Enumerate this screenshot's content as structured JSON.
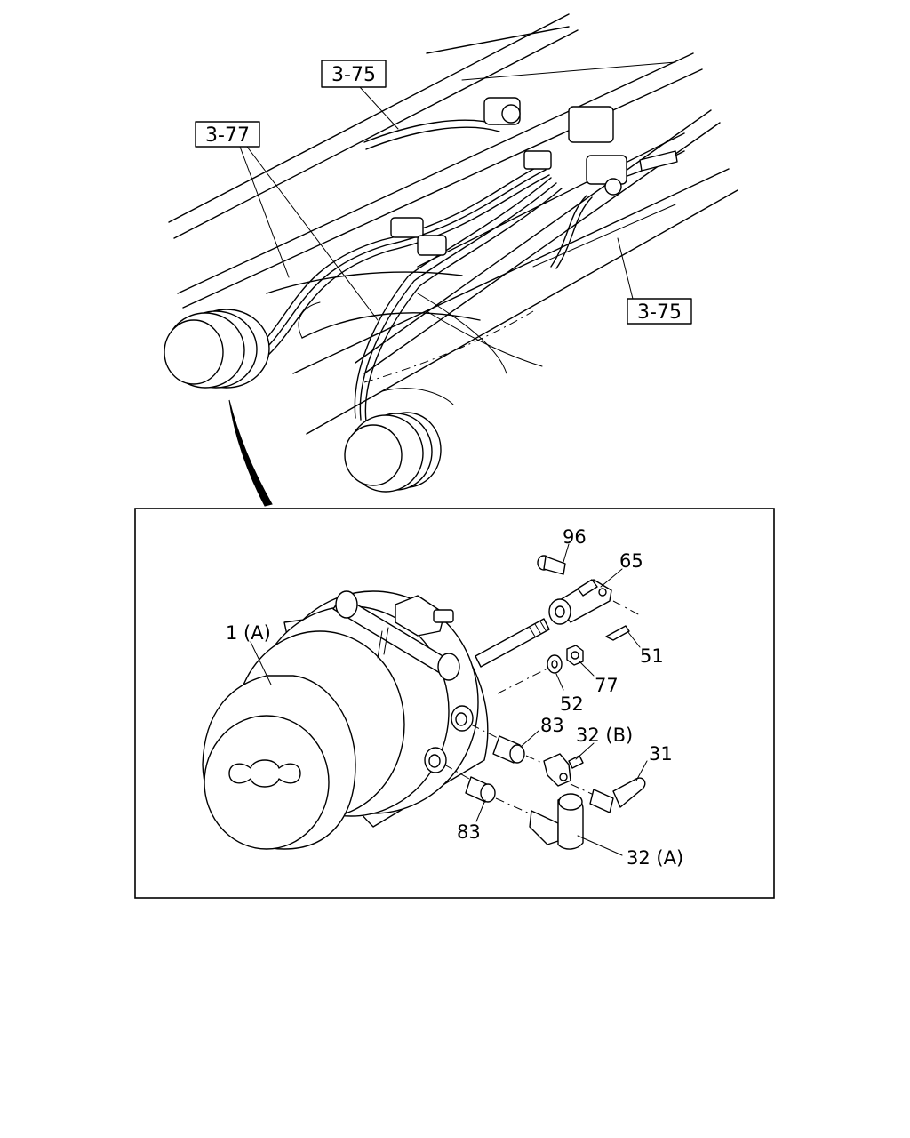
{
  "overview": {
    "refs": [
      "3-75",
      "3-77",
      "3-75"
    ]
  },
  "detail": {
    "callouts": [
      "96",
      "65",
      "1 (A)",
      "51",
      "52",
      "77",
      "83",
      "32 (B)",
      "31",
      "83",
      "32 (A)"
    ]
  }
}
